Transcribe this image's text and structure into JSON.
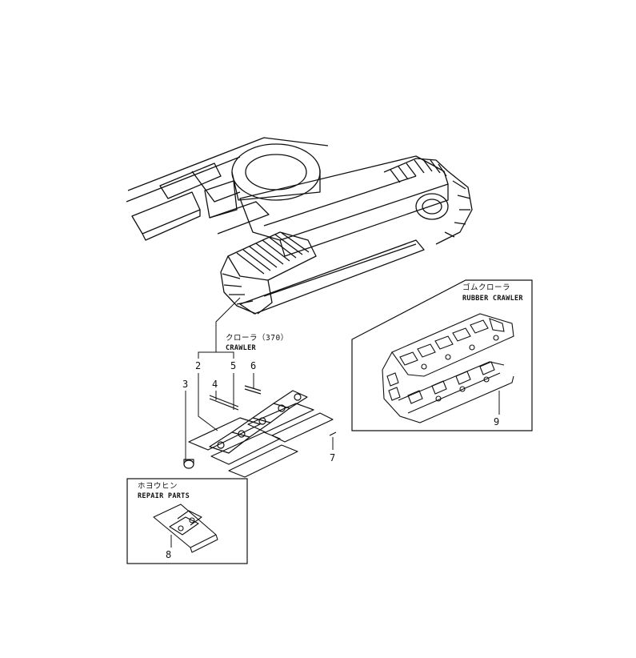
{
  "crawler_callout": {
    "jp": "クローラ（370）",
    "en": "CRAWLER"
  },
  "rubber_callout": {
    "jp": "ゴムクローラ",
    "en": "RUBBER CRAWLER"
  },
  "repair_callout": {
    "jp": "ホヨウヒン",
    "en": "REPAIR PARTS"
  },
  "part_numbers": {
    "p2": "2",
    "p3": "3",
    "p4": "4",
    "p5": "5",
    "p6": "6",
    "p7": "7",
    "p8": "8",
    "p9": "9"
  }
}
